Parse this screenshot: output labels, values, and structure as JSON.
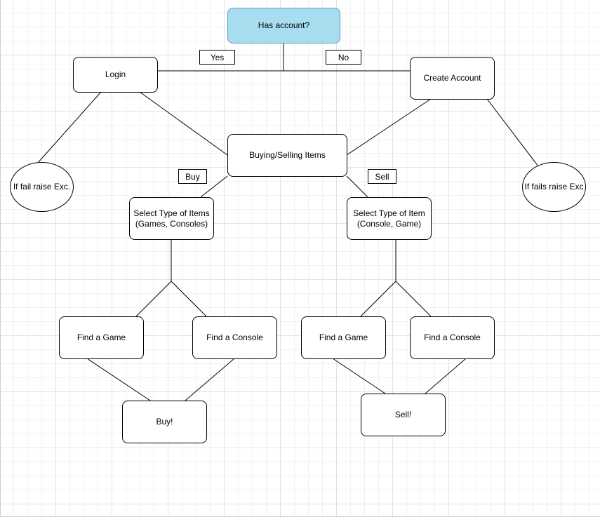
{
  "diagram": {
    "nodes": {
      "has_account": "Has account?",
      "login": "Login",
      "create_account": "Create Account",
      "buying_selling": "Buying/Selling Items",
      "fail_left": "If fail raise Exc.",
      "fail_right": "If fails raise Exc",
      "select_buy": "Select Type of Items\n(Games, Consoles)",
      "select_sell": "Select Type of Item\n(Console, Game)",
      "buy_find_game": "Find a Game",
      "buy_find_console": "Find a Console",
      "sell_find_game": "Find a Game",
      "sell_find_console": "Find a Console",
      "buy": "Buy!",
      "sell": "Sell!"
    },
    "edge_labels": {
      "yes": "Yes",
      "no": "No",
      "buy": "Buy",
      "sell": "Sell"
    },
    "colors": {
      "start_fill": "#a8dcef",
      "start_stroke": "#5a9fc7"
    }
  }
}
